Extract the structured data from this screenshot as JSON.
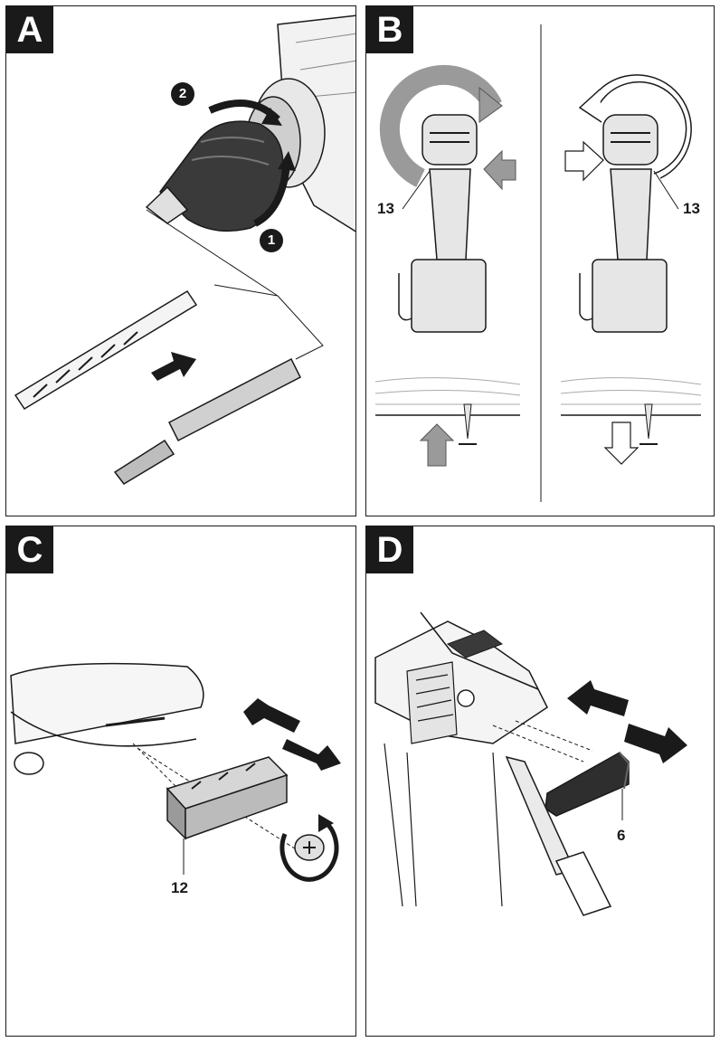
{
  "panels": {
    "a": {
      "label": "A",
      "steps": [
        "1",
        "2"
      ]
    },
    "b": {
      "label": "B",
      "callout_left": "13",
      "callout_right": "13"
    },
    "c": {
      "label": "C",
      "callout": "12"
    },
    "d": {
      "label": "D",
      "callout": "6"
    }
  },
  "colors": {
    "ink": "#1a1a1a",
    "gray": "#9a9a9a",
    "light_gray": "#d6d6d6",
    "dark_gray": "#555555"
  },
  "icons": [
    "step-1-icon",
    "step-2-icon",
    "push-arrow-icon",
    "rotate-arrow-icon",
    "slide-arrow-icon"
  ]
}
